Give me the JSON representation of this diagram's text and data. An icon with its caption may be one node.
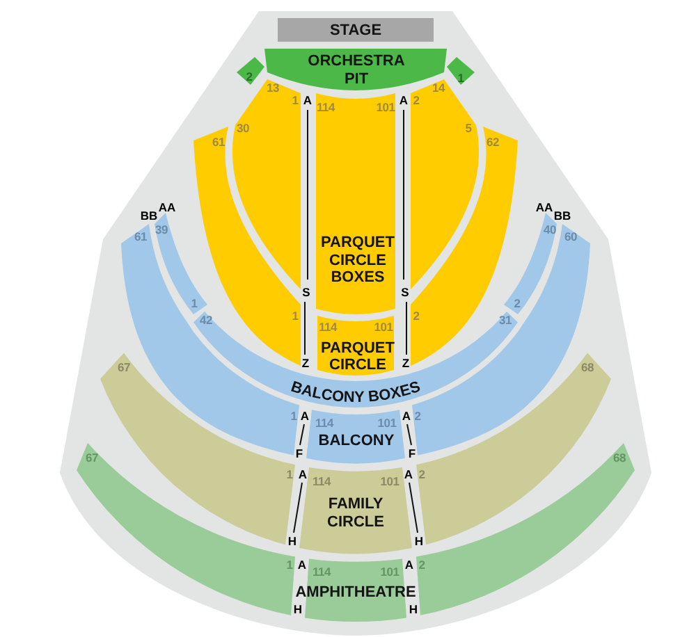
{
  "diagram": {
    "nodes": [
      {
        "text": [
          "STAGE"
        ]
      },
      {
        "text": [
          "ORCHESTRA PIT"
        ]
      },
      {
        "text": [
          "2"
        ]
      },
      {
        "text": [
          "1"
        ]
      },
      {
        "text": [
          "13",
          "1",
          "30"
        ]
      },
      {
        "text": [
          "114",
          "101",
          "PARQUET CIRCLE BOXES"
        ]
      },
      {
        "text": [
          "14",
          "2",
          "5"
        ]
      },
      {
        "text": [
          "61",
          "1"
        ]
      },
      {
        "text": [
          "62",
          "2"
        ]
      },
      {
        "text": [
          "61",
          "1"
        ]
      },
      {
        "text": [
          "39",
          "1"
        ]
      },
      {
        "text": [
          "40",
          "2"
        ]
      },
      {
        "text": [
          "60",
          "2"
        ]
      },
      {
        "text": [
          "114",
          "101",
          "PARQUET CIRCLE"
        ]
      },
      {
        "text": [
          "42",
          "31",
          "BALCONY BOXES"
        ]
      },
      {
        "text": [
          "67",
          "1"
        ]
      },
      {
        "text": [
          "68",
          "2"
        ]
      },
      {
        "text": [
          "114",
          "101",
          "BALCONY"
        ]
      },
      {
        "text": [
          "67",
          "1"
        ]
      },
      {
        "text": [
          "68",
          "2"
        ]
      },
      {
        "text": [
          "114",
          "101",
          "FAMILY CIRCLE"
        ]
      },
      {
        "text": [
          "114",
          "101",
          "AMPHITHEATRE"
        ]
      }
    ],
    "labels": [
      "A",
      "A",
      "BB",
      "AA",
      "AA",
      "BB",
      "S",
      "S",
      "Z",
      "Z",
      "A",
      "A",
      "F",
      "F",
      "A",
      "A",
      "H",
      "H",
      "A",
      "A",
      "H",
      "H"
    ]
  }
}
